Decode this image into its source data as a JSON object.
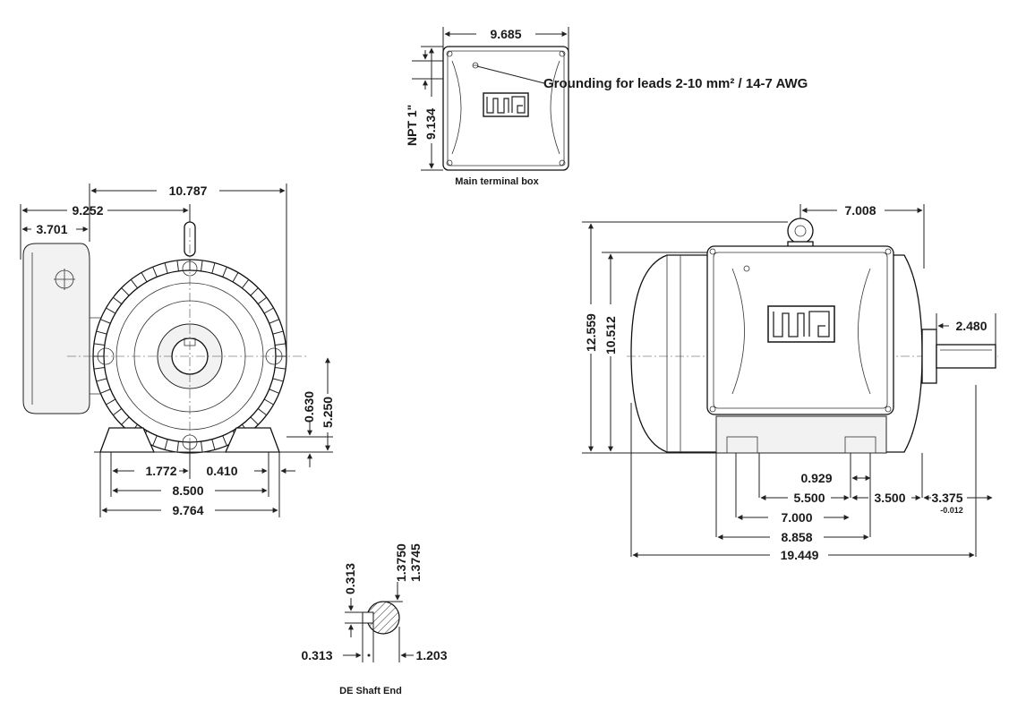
{
  "terminal_box": {
    "caption": "Main terminal box",
    "width": "9.685",
    "height": "9.134",
    "npt": "NPT 1\"",
    "grounding_note": "Grounding for leads 2-10 mm² / 14-7 AWG"
  },
  "front_view": {
    "dims": {
      "d_10787": "10.787",
      "d_9252": "9.252",
      "d_3701": "3.701",
      "d_0630": "0.630",
      "d_5250": "5.250",
      "d_1772": "1.772",
      "d_0410": "0.410",
      "d_8500": "8.500",
      "d_9764": "9.764"
    }
  },
  "side_view": {
    "dims": {
      "d_7008": "7.008",
      "d_12559": "12.559",
      "d_10512": "10.512",
      "d_2480": "2.480",
      "d_0929": "0.929",
      "d_5500": "5.500",
      "d_3500": "3.500",
      "d_3375": "3.375",
      "d_3375_tol": "-0.012",
      "d_7000": "7.000",
      "d_8858": "8.858",
      "d_19449": "19.449"
    }
  },
  "shaft_end": {
    "caption": "DE Shaft End",
    "dims": {
      "key_height": "0.313",
      "diam_max": "1.3750",
      "diam_min": "1.3745",
      "key_width": "0.313",
      "key_depth": "1.203"
    }
  },
  "colors": {
    "line": "#222222",
    "background": "#ffffff"
  },
  "icons": [
    "weg-logo",
    "ground-symbol"
  ]
}
